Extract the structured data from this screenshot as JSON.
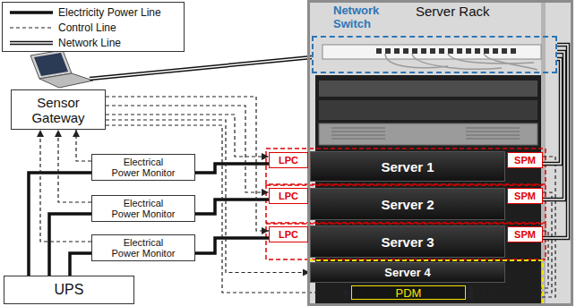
{
  "diagram": {
    "nodes": [
      {
        "text": [
          "Sensor Gateway"
        ]
      },
      {
        "text": [
          "Electrical Power Monitor"
        ]
      },
      {
        "text": [
          "Electrical Power Monitor"
        ]
      },
      {
        "text": [
          "Electrical Power Monitor"
        ]
      },
      {
        "text": [
          "UPS"
        ]
      },
      {
        "text": [
          "Server Rack"
        ]
      },
      {
        "text": [
          "Network Switch"
        ],
        "in": 5
      },
      {
        "text": [
          "LPC"
        ]
      },
      {
        "text": [
          "Server 1"
        ],
        "in": 5
      },
      {
        "text": [
          "SPM"
        ],
        "in": 5
      },
      {
        "text": [
          "LPC"
        ]
      },
      {
        "text": [
          "Server 2"
        ],
        "in": 5
      },
      {
        "text": [
          "SPM"
        ],
        "in": 5
      },
      {
        "text": [
          "LPC"
        ]
      },
      {
        "text": [
          "Server 3"
        ],
        "in": 5
      },
      {
        "text": [
          "SPM"
        ],
        "in": 5
      },
      {
        "text": [
          "Server 4"
        ],
        "in": 5
      },
      {
        "text": [
          "PDM"
        ],
        "in": 5
      }
    ],
    "edges": [
      {
        "from": 4,
        "to": 1,
        "arrow": "none"
      },
      {
        "from": 4,
        "to": 2,
        "arrow": "none"
      },
      {
        "from": 4,
        "to": 3,
        "arrow": "none"
      },
      {
        "from": 1,
        "to": 7,
        "arrow": "none"
      },
      {
        "from": 2,
        "to": 10,
        "arrow": "none"
      },
      {
        "from": 3,
        "to": 13,
        "arrow": "none"
      },
      {
        "from": 1,
        "to": 0,
        "arrow": "to"
      },
      {
        "from": 2,
        "to": 0,
        "arrow": "to"
      },
      {
        "from": 3,
        "to": 0,
        "arrow": "to"
      },
      {
        "from": 0,
        "to": 7,
        "arrow": "to"
      },
      {
        "from": 0,
        "to": 10,
        "arrow": "to"
      },
      {
        "from": 0,
        "to": 13,
        "arrow": "to"
      },
      {
        "from": 0,
        "to": 16,
        "arrow": "to"
      },
      {
        "from": 0,
        "to": 17,
        "arrow": "to"
      },
      {
        "from": 9,
        "to": 17,
        "arrow": "to"
      },
      {
        "from": 12,
        "to": 17,
        "arrow": "to"
      },
      {
        "from": 15,
        "to": 17,
        "arrow": "to"
      },
      {
        "from": 6,
        "to": 9,
        "arrow": "none"
      },
      {
        "from": 6,
        "to": 12,
        "arrow": "none"
      },
      {
        "from": 6,
        "to": 15,
        "arrow": "none"
      }
    ],
    "legend": [
      {
        "text": "Electricity Power Line"
      },
      {
        "text": "Control Line"
      },
      {
        "text": "Network Line"
      }
    ]
  }
}
